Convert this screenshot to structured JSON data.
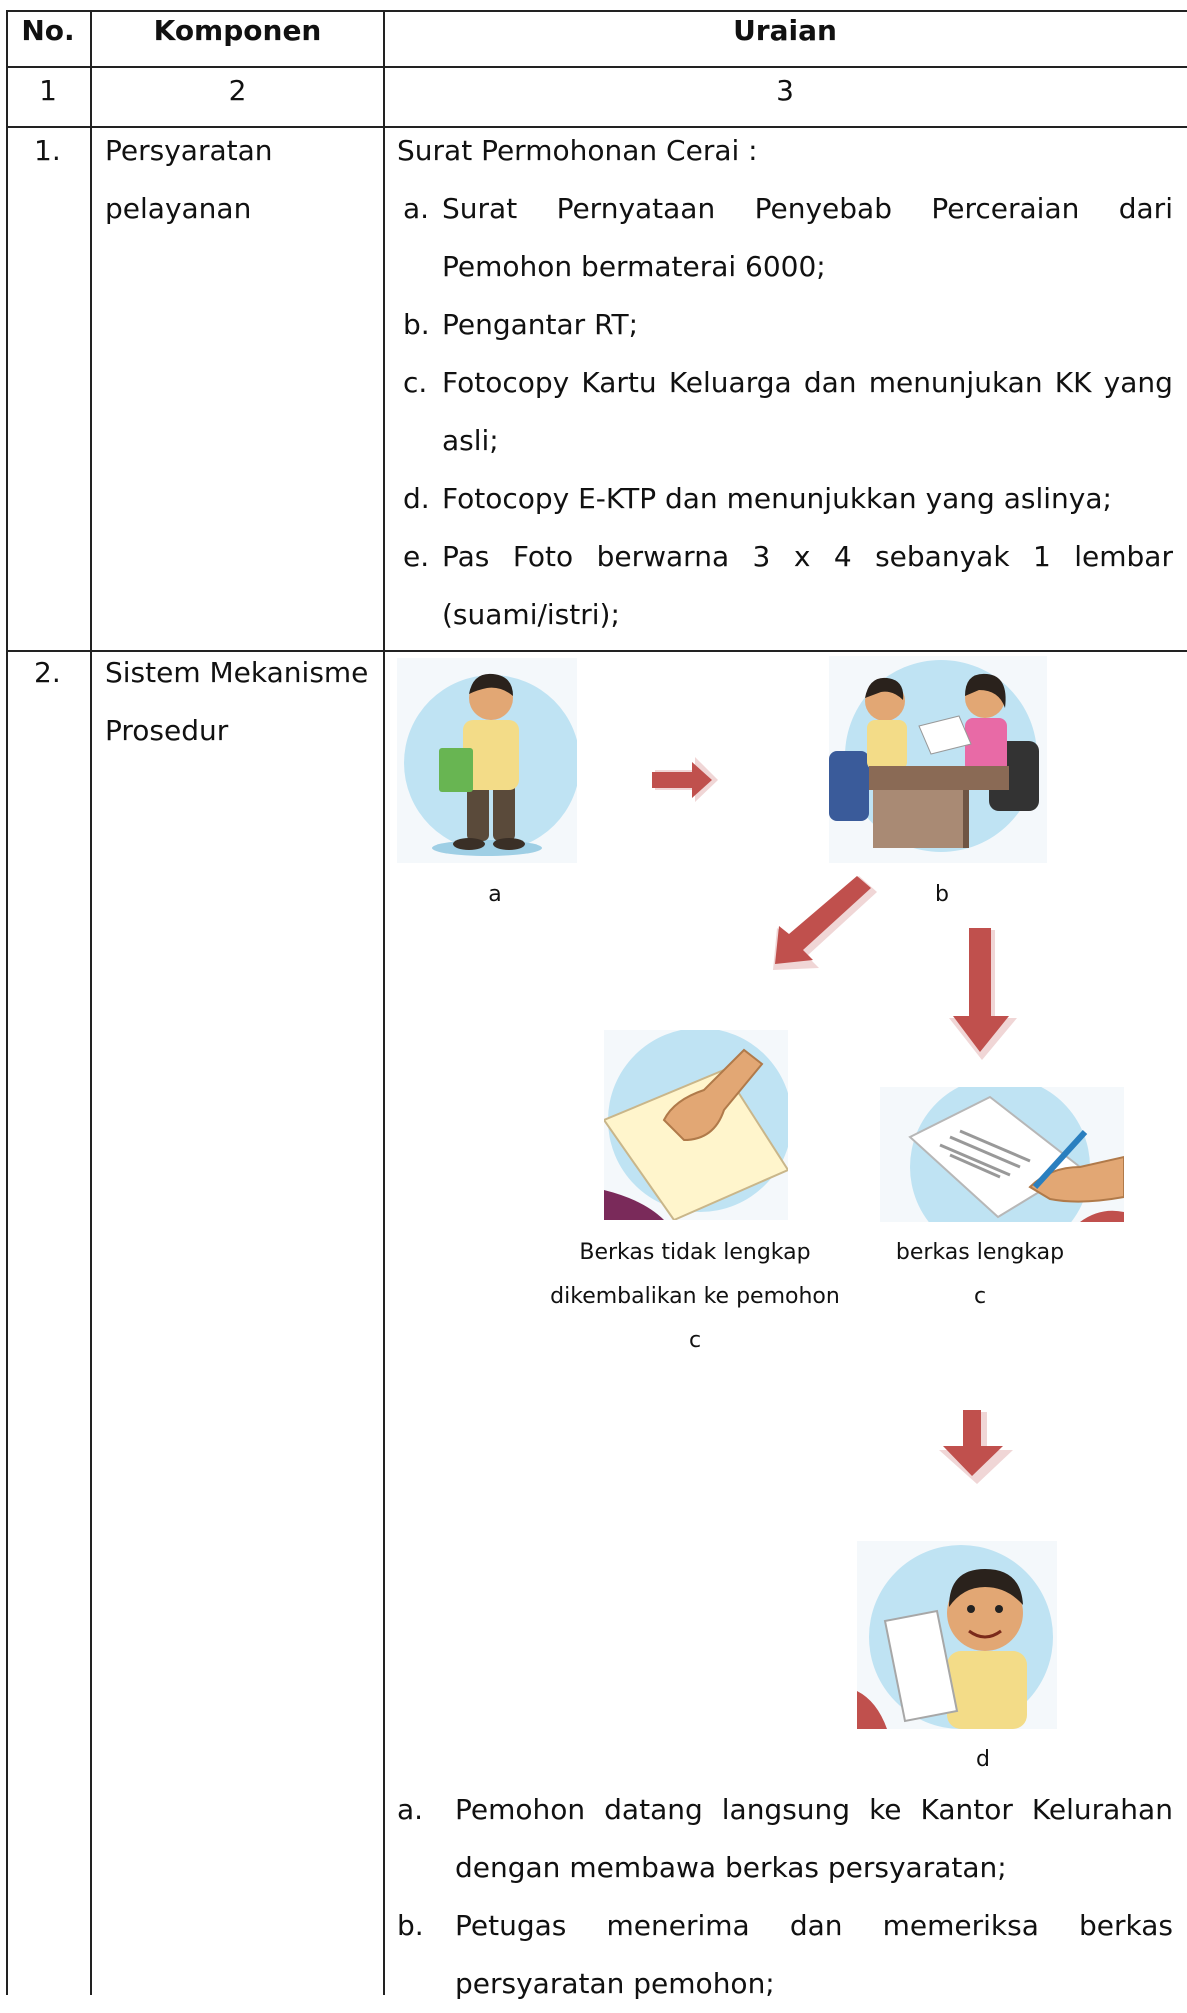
{
  "table": {
    "headers": [
      "No.",
      "Komponen",
      "Uraian"
    ],
    "column_numbers": [
      "1",
      "2",
      "3"
    ]
  },
  "row1": {
    "no": "1.",
    "komponen_line1": "Persyaratan",
    "komponen_line2": "pelayanan",
    "intro": "Surat Permohonan Cerai :",
    "items": [
      {
        "marker": "a.",
        "lines": [
          "Surat Pernyataan Penyebab Perceraian dari",
          "Pemohon bermaterai 6000;"
        ]
      },
      {
        "marker": "b.",
        "lines": [
          "Pengantar RT;"
        ]
      },
      {
        "marker": "c.",
        "lines": [
          "Fotocopy Kartu Keluarga dan menunjukan KK yang",
          "asli;"
        ]
      },
      {
        "marker": "d.",
        "lines": [
          "Fotocopy E-KTP dan menunjukkan yang aslinya;"
        ]
      },
      {
        "marker": "e.",
        "lines": [
          "Pas Foto berwarna 3 x 4 sebanyak 1 lembar",
          "(suami/istri);"
        ]
      }
    ]
  },
  "row2": {
    "no": "2.",
    "komponen_line1": "Sistem Mekanisme",
    "komponen_line2": "Prosedur",
    "diagram": {
      "label_a": "a",
      "label_b": "b",
      "caption_incomplete_1": "Berkas tidak lengkap",
      "caption_incomplete_2": "dikembalikan ke pemohon",
      "caption_incomplete_3": "c",
      "caption_complete_1": "berkas lengkap",
      "caption_complete_2": "c",
      "label_d": "d",
      "arrow_color": "#c0504d"
    },
    "steps": [
      {
        "marker": "a.",
        "lines": [
          "Pemohon datang langsung ke Kantor Kelurahan",
          "dengan membawa berkas persyaratan;"
        ]
      },
      {
        "marker": "b.",
        "lines": [
          "Petugas menerima dan memeriksa berkas",
          "persyaratan pemohon;"
        ]
      }
    ]
  }
}
